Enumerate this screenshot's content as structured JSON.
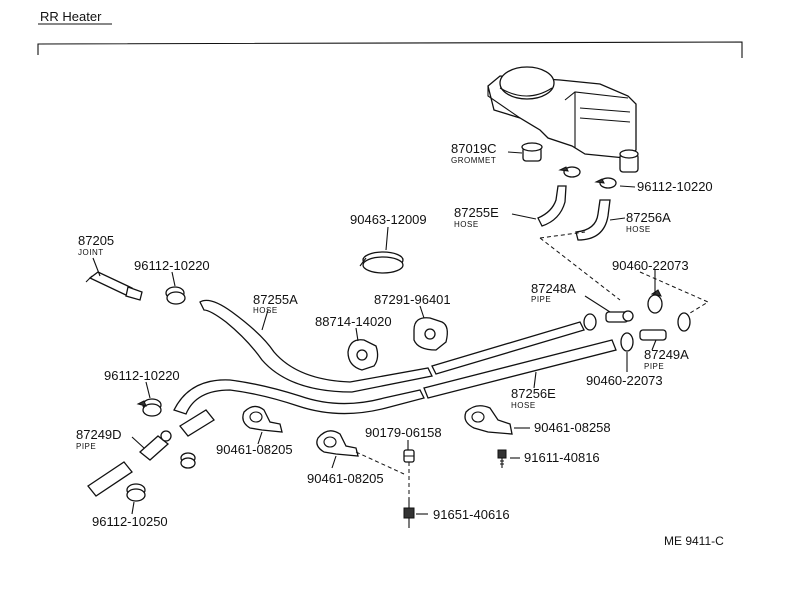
{
  "title": "RR Heater",
  "diagram_code": "ME 9411-C",
  "callouts": {
    "grommet": {
      "number": "87019C",
      "name": "GROMMET"
    },
    "clip_top_right": {
      "number": "96112-10220"
    },
    "hose_87255E": {
      "number": "87255E",
      "name": "HOSE"
    },
    "hose_87256A": {
      "number": "87256A",
      "name": "HOSE"
    },
    "clamp_90463": {
      "number": "90463-12009"
    },
    "joint_87205": {
      "number": "87205",
      "name": "JOINT"
    },
    "clip_upper_left": {
      "number": "96112-10220"
    },
    "hose_87255A": {
      "number": "87255A",
      "name": "HOSE"
    },
    "clamp_90460_upper": {
      "number": "90460-22073"
    },
    "pipe_87248A": {
      "number": "87248A",
      "name": "PIPE"
    },
    "grommet_87291": {
      "number": "87291-96401"
    },
    "grommet_88714": {
      "number": "88714-14020"
    },
    "pipe_87249A": {
      "number": "87249A",
      "name": "PIPE"
    },
    "clamp_90460_lower": {
      "number": "90460-22073"
    },
    "clip_lower_left": {
      "number": "96112-10220"
    },
    "hose_87256E": {
      "number": "87256E",
      "name": "HOSE"
    },
    "pipe_87249D": {
      "number": "87249D",
      "name": "PIPE"
    },
    "nut_90179": {
      "number": "90179-06158"
    },
    "clamp_90461_right": {
      "number": "90461-08258"
    },
    "clamp_90461_mid": {
      "number": "90461-08205"
    },
    "bolt_91611": {
      "number": "91611-40816"
    },
    "clamp_90461_lower": {
      "number": "90461-08205"
    },
    "bolt_91651": {
      "number": "91651-40616"
    },
    "clip_bottom": {
      "number": "96112-10250"
    }
  }
}
